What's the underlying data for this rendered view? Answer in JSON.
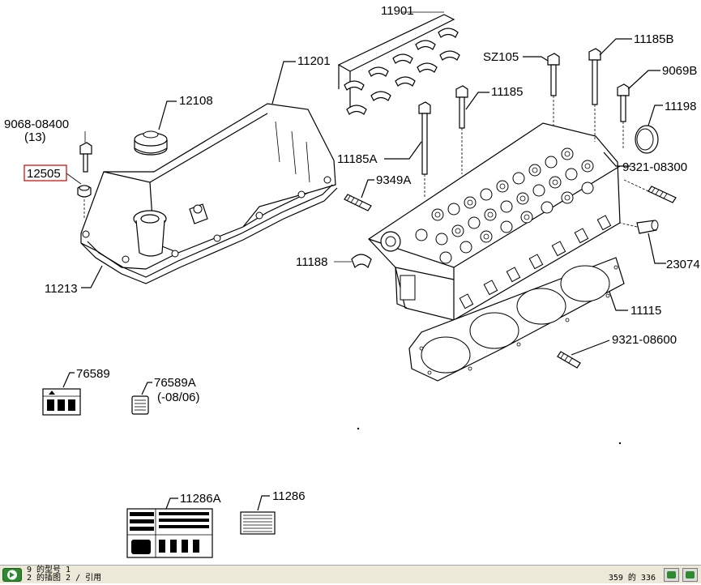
{
  "diagram": {
    "callouts": {
      "p11901": "11901",
      "p11201": "11201",
      "p12108": "12108",
      "p9068": "9068-08400",
      "p9068_qty": "(13)",
      "p12505": "12505",
      "p11213": "11213",
      "pSZ105": "SZ105",
      "p11185B": "11185B",
      "p9069B": "9069B",
      "p11185": "11185",
      "p11198": "11198",
      "p11185A": "11185A",
      "p9349A": "9349A",
      "p9321_08300": "9321-08300",
      "p11188": "11188",
      "p23074": "23074",
      "p11115": "11115",
      "p9321_08600": "9321-08600",
      "p76589": "76589",
      "p76589A": "76589A",
      "p76589A_date": "(-08/06)",
      "p11286A": "11286A",
      "p11286": "11286"
    },
    "highlight_color": "#cc0000"
  },
  "statusbar": {
    "line1": "9 的型号 1",
    "line2": "2 的插图 2 / 引用",
    "page_count": "359 的 336",
    "icons": {
      "left": "next-arrow-icon",
      "nav1": "nav-button-icon",
      "nav2": "nav-button-icon"
    },
    "accent": "#2f8a2f"
  }
}
